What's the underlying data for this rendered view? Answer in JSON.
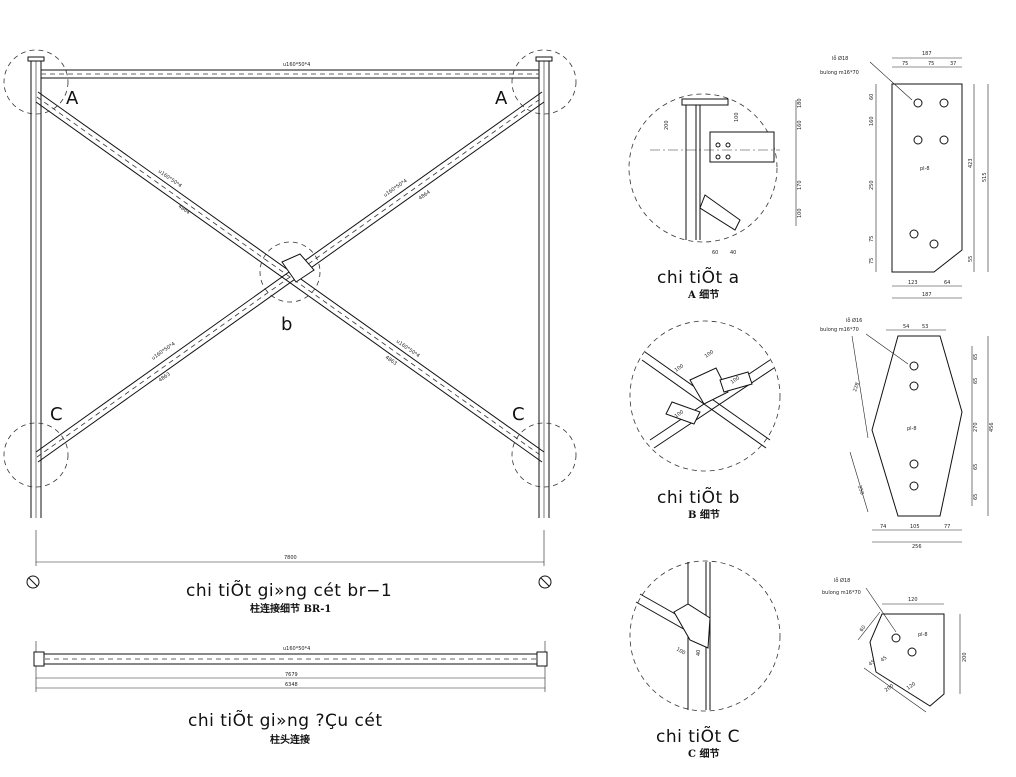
{
  "main_elevation": {
    "title": "chi tiÕt gi»ng cét br−1",
    "subtitle": "柱连接细节 BR-1",
    "top_beam_label": "u160*50*4",
    "brace_labels": [
      "u160*50*4",
      "u160*50*4",
      "u160*50*4",
      "u160*50*4"
    ],
    "brace_lengths": [
      "4864",
      "4864",
      "4863",
      "4863"
    ],
    "span_dim": "7800",
    "callouts": [
      "A",
      "A",
      "b",
      "C",
      "C"
    ]
  },
  "strut_elevation": {
    "title": "chi tiÕt gi»ng ?Çu cét",
    "subtitle": "柱头连接",
    "beam_label": "u160*50*4",
    "dims": [
      "7679",
      "6348"
    ]
  },
  "detail_a": {
    "title": "chi tiÕt a",
    "subtitle": "A 细节",
    "dims": [
      "200",
      "100",
      "180",
      "160",
      "170",
      "100",
      "60",
      "40"
    ],
    "plate": {
      "bolt_note_1": "lỗ Ø18",
      "bolt_note_2": "bulong m16*70",
      "label": "pl-8",
      "dims_top": [
        "187",
        "75",
        "75",
        "37"
      ],
      "dims_bottom": [
        "123",
        "64",
        "187"
      ],
      "dims_side": [
        "60",
        "160",
        "250",
        "75",
        "75",
        "55",
        "423",
        "515"
      ]
    }
  },
  "detail_b": {
    "title": "chi tiÕt b",
    "subtitle": "B 细节",
    "dims": [
      "100",
      "100",
      "100",
      "100"
    ],
    "plate": {
      "bolt_note_1": "lỗ Ø16",
      "bolt_note_2": "bulong m16*70",
      "label": "pl-8",
      "dims_top": [
        "54",
        "53"
      ],
      "dims_bottom": [
        "74",
        "105",
        "77",
        "256"
      ],
      "dims_side": [
        "65",
        "65",
        "270",
        "65",
        "65",
        "456",
        "228",
        "250"
      ]
    }
  },
  "detail_c": {
    "title": "chi tiÕt C",
    "subtitle": "C 细节",
    "dims": [
      "100",
      "40"
    ],
    "plate": {
      "bolt_note_1": "lỗ Ø18",
      "bolt_note_2": "bulong m16*70",
      "label": "pl-8",
      "dims_top": [
        "120"
      ],
      "dims_side": [
        "200",
        "60",
        "45",
        "45",
        "200",
        "120"
      ]
    }
  }
}
